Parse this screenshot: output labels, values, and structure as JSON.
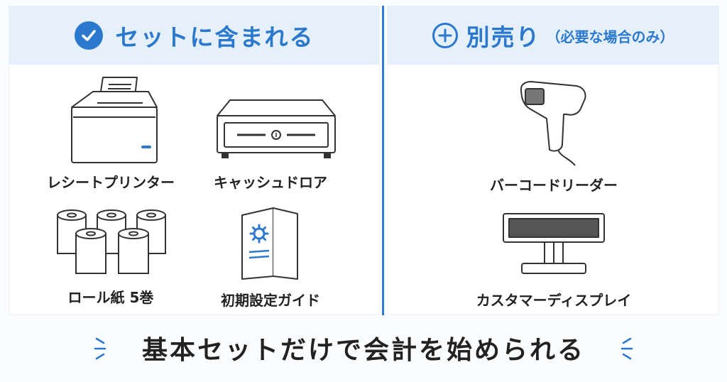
{
  "included": {
    "title": "セットに含まれる",
    "items": [
      {
        "label": "レシートプリンター"
      },
      {
        "label": "キャッシュドロア"
      },
      {
        "label": "ロール紙 5巻"
      },
      {
        "label": "初期設定ガイド"
      }
    ]
  },
  "optional": {
    "title": "別売り",
    "subtitle": "（必要な場合のみ）",
    "items": [
      {
        "label": "バーコードリーダー"
      },
      {
        "label": "カスタマーディスプレイ"
      }
    ]
  },
  "footer": {
    "text": "基本セットだけで会計を始められる"
  },
  "colors": {
    "accent": "#2b78cf",
    "header_bg": "#e5f0fb",
    "text": "#222222"
  },
  "icons": [
    "check-icon",
    "plus-icon",
    "receipt-printer-icon",
    "cash-drawer-icon",
    "paper-rolls-icon",
    "setup-guide-icon",
    "barcode-scanner-icon",
    "customer-display-icon",
    "sparkle-left-icon",
    "sparkle-right-icon"
  ]
}
